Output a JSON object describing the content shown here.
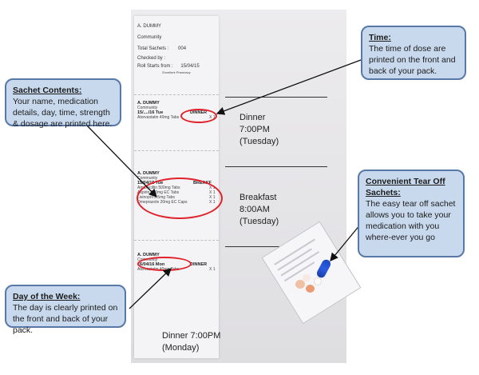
{
  "strip": {
    "header": {
      "name": "A. DUMMY",
      "facility": "Community",
      "total_label": "Total Sachets :",
      "total_value": "004",
      "checked_label": "Checked by :",
      "starts_label": "Roll Starts from :",
      "starts_value": "15/04/15",
      "pharmacy": "Excellent Pharmacy"
    },
    "sachet1": {
      "name": "A. DUMMY",
      "facility": "Community",
      "date": "15/..../16 Tue",
      "slot": "DINNER",
      "drug": "Atorvastatin 40mg Tabs",
      "qty": "X 1"
    },
    "sachet2": {
      "name": "A. DUMMY",
      "facility": "Community",
      "date": "15/04/15 Tue",
      "slot": "BREAKF",
      "drugs": [
        "Amoxycillin 500mg Tabs",
        "Aspirin 100mg EC Tabs",
        "Lisinopril 2.5mg Tabs",
        "Omeprazole 20mg EC Caps"
      ],
      "qty": "X 1"
    },
    "sachet3": {
      "name": "A. DUMMY",
      "facility": "Community",
      "date": "16/04/16 Mon",
      "slot": "DINNER",
      "drug": "Atorvastatin 40mg Tabs",
      "qty": "X 1"
    }
  },
  "labels": {
    "dinner_tue": [
      "Dinner",
      "7:00PM",
      "(Tuesday)"
    ],
    "breakfast_tue": [
      "Breakfast",
      "8:00AM",
      "(Tuesday)"
    ],
    "dinner_mon": [
      "Dinner 7:00PM",
      "(Monday)"
    ]
  },
  "callouts": {
    "time": {
      "title": "Time:",
      "body": "The time of dose are printed on the front and back of your pack."
    },
    "sachet_contents": {
      "title": "Sachet Contents:",
      "body": "Your name, medication details, day, time, strength & dosage are printed here."
    },
    "tear_off": {
      "title": "Convenient Tear Off Sachets:",
      "body": "The easy tear off sachet allows you to take your medication with you where-ever you go"
    },
    "day_of_week": {
      "title": "Day of the Week:",
      "body": "The day is clearly printed on the front and back of your pack."
    }
  },
  "colors": {
    "callout_fill": "#c8d9ee",
    "callout_border": "#5879a8",
    "highlight_ring": "#e0222b",
    "capsule": "#1a49c4"
  }
}
